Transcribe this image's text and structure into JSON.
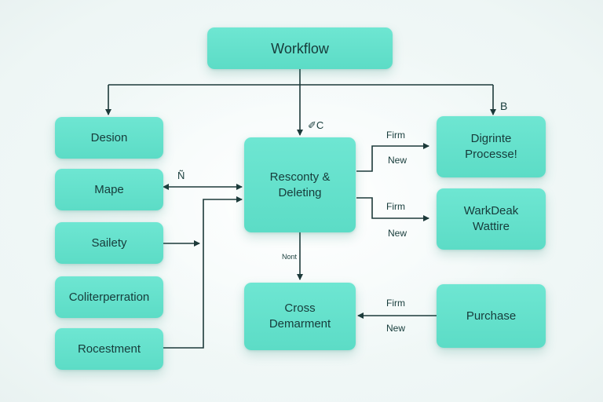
{
  "diagram": {
    "title": "Workflow",
    "left_nodes": [
      "Desion",
      "Mape",
      "Sailety",
      "Coliterperration",
      "Rocestment"
    ],
    "center_top": {
      "line1": "Resconty &",
      "line2": "Deleting"
    },
    "center_bottom": {
      "line1": "Cross",
      "line2": "Demarment"
    },
    "right_top": {
      "line1": "Digrinte",
      "line2": "Processe!"
    },
    "right_mid": {
      "line1": "WarkDeak",
      "line2": "Wattire"
    },
    "right_bottom": "Purchase",
    "edge_labels": {
      "top_right_b": "B",
      "center_mark": "✐C",
      "mape_mark": "Ñ",
      "down_arrow_mark": "Nont",
      "rt_firm": "Firm",
      "rt_new": "New",
      "rm_firm": "Firm",
      "rm_new": "New",
      "rb_firm": "Firm",
      "rb_new": "New"
    }
  }
}
